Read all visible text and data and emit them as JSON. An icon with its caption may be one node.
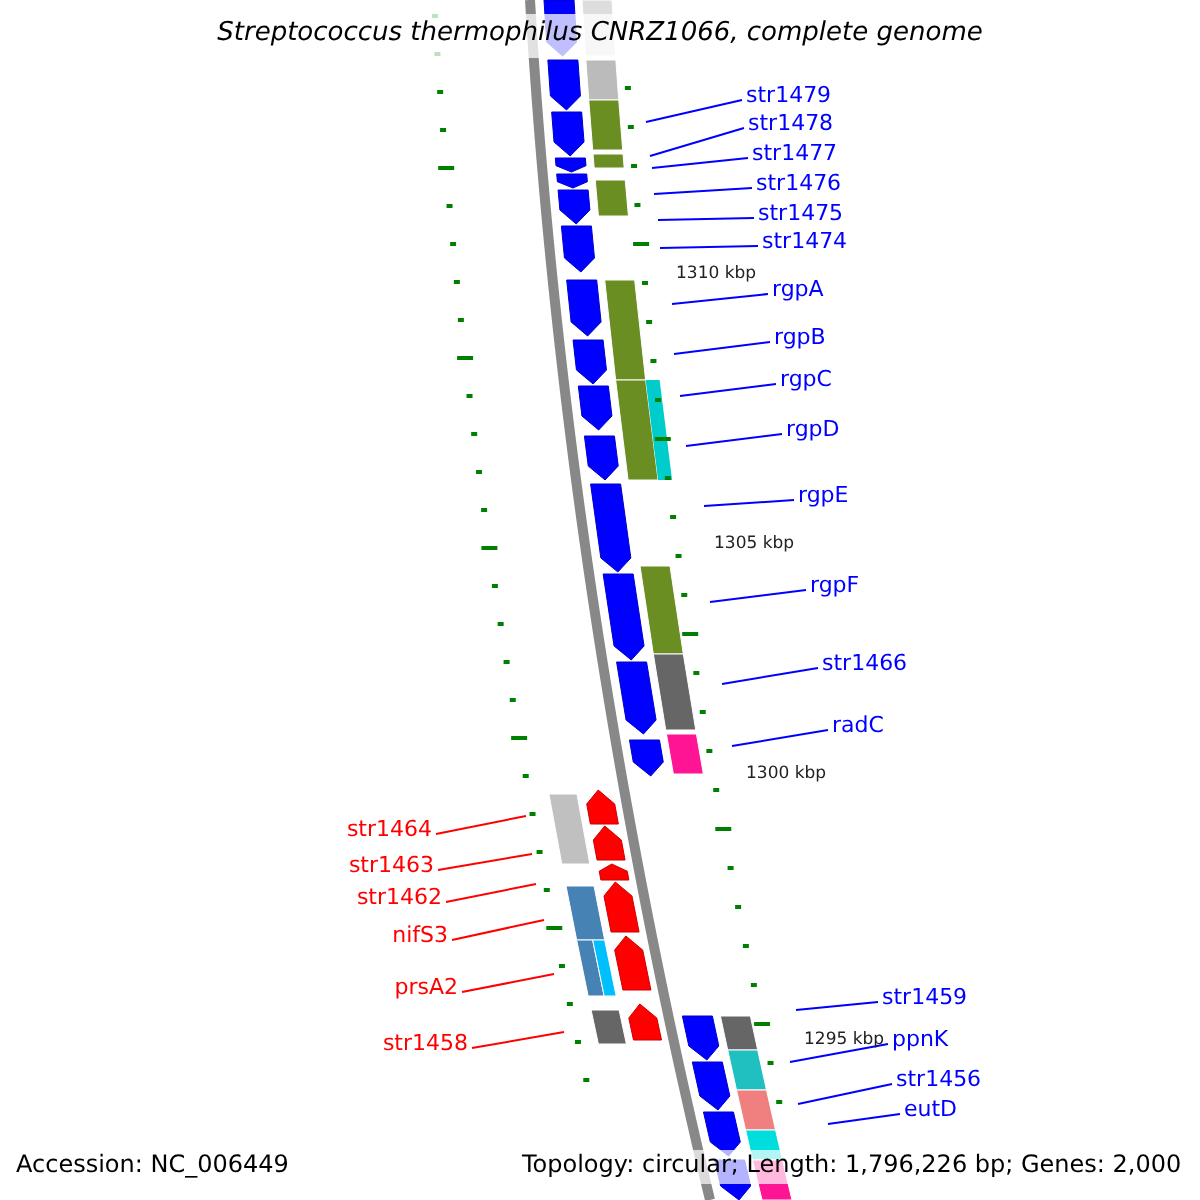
{
  "diagram": {
    "title": "Streptococcus thermophilus CNRZ1066, complete genome",
    "nodes": [
      {
        "text": [
          "str1479"
        ]
      },
      {
        "text": [
          "str1478"
        ]
      },
      {
        "text": [
          "str1477"
        ]
      },
      {
        "text": [
          "str1476"
        ]
      },
      {
        "text": [
          "str1475"
        ]
      },
      {
        "text": [
          "str1474"
        ]
      },
      {
        "text": [
          "rgpA"
        ]
      },
      {
        "text": [
          "rgpB"
        ]
      },
      {
        "text": [
          "rgpC"
        ]
      },
      {
        "text": [
          "rgpD"
        ]
      },
      {
        "text": [
          "rgpE"
        ]
      },
      {
        "text": [
          "rgpF"
        ]
      },
      {
        "text": [
          "str1466"
        ]
      },
      {
        "text": [
          "radC"
        ]
      },
      {
        "text": [
          "str1464"
        ]
      },
      {
        "text": [
          "str1463"
        ]
      },
      {
        "text": [
          "str1462"
        ]
      },
      {
        "text": [
          "nifS3"
        ]
      },
      {
        "text": [
          "prsA2"
        ]
      },
      {
        "text": [
          "str1459"
        ]
      },
      {
        "text": [
          "ppnK"
        ]
      },
      {
        "text": [
          "str1458"
        ]
      },
      {
        "text": [
          "str1456"
        ]
      },
      {
        "text": [
          "eutD"
        ]
      }
    ],
    "edges": [
      {
        "from": 0,
        "to": null,
        "arrow": "none"
      },
      {
        "from": 1,
        "to": null,
        "arrow": "none"
      },
      {
        "from": 2,
        "to": null,
        "arrow": "none"
      },
      {
        "from": 3,
        "to": null,
        "arrow": "none"
      },
      {
        "from": 4,
        "to": null,
        "arrow": "none"
      },
      {
        "from": 5,
        "to": null,
        "arrow": "none"
      },
      {
        "from": 6,
        "to": null,
        "arrow": "none"
      },
      {
        "from": 7,
        "to": null,
        "arrow": "none"
      },
      {
        "from": 8,
        "to": null,
        "arrow": "none"
      },
      {
        "from": 9,
        "to": null,
        "arrow": "none"
      },
      {
        "from": 10,
        "to": null,
        "arrow": "none"
      },
      {
        "from": 11,
        "to": null,
        "arrow": "none"
      },
      {
        "from": 12,
        "to": null,
        "arrow": "none"
      },
      {
        "from": 13,
        "to": null,
        "arrow": "none"
      },
      {
        "from": 14,
        "to": null,
        "arrow": "none",
        "color": "#ff0000"
      },
      {
        "from": 15,
        "to": null,
        "arrow": "none",
        "color": "#ff0000"
      },
      {
        "from": 16,
        "to": null,
        "arrow": "none",
        "color": "#ff0000"
      },
      {
        "from": 17,
        "to": null,
        "arrow": "none",
        "color": "#ff0000"
      },
      {
        "from": 18,
        "to": null,
        "arrow": "none",
        "color": "#ff0000"
      },
      {
        "from": 19,
        "to": null,
        "arrow": "none"
      },
      {
        "from": 20,
        "to": null,
        "arrow": "none"
      },
      {
        "from": 21,
        "to": null,
        "arrow": "none",
        "color": "#ff0000"
      },
      {
        "from": 22,
        "to": null,
        "arrow": "none"
      },
      {
        "from": 23,
        "to": null,
        "arrow": "none"
      }
    ],
    "labels": [
      "1310 kbp",
      "1305 kbp",
      "1300 kbp",
      "1295 kbp",
      "Accession: NC_006449",
      "Topology: circular; Length: 1,796,226 bp; Genes: 2,000"
    ]
  }
}
